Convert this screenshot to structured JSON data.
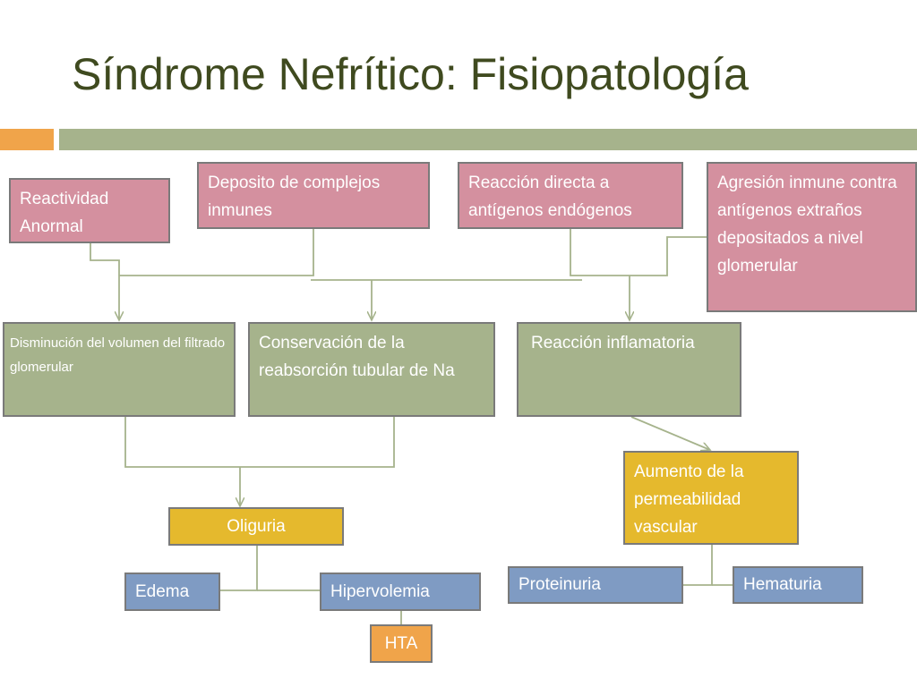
{
  "title": "Síndrome Nefrítico: Fisiopatología",
  "nodes": {
    "reactividad": "Reactividad Anormal",
    "deposito": "Deposito de complejos inmunes",
    "reaccion_directa": "Reacción directa a antígenos endógenos",
    "agresion": "Agresión inmune contra antígenos extraños depositados a nivel glomerular",
    "disminucion": "Disminución del volumen del filtrado glomerular",
    "conservacion": "Conservación de la reabsorción tubular de Na",
    "reaccion_inflamatoria": "Reacción inflamatoria",
    "aumento_permeabilidad": "Aumento de la permeabilidad vascular",
    "oliguria": "Oliguria",
    "edema": "Edema",
    "hipervolemia": "Hipervolemia",
    "hta": "HTA",
    "proteinuria": "Proteinuria",
    "hematuria": "Hematuria"
  },
  "colors": {
    "title": "#3f4a1f",
    "pink": "#d4909f",
    "green": "#a6b38c",
    "yellow": "#e5b92d",
    "blue": "#7f9bc3",
    "orange": "#f0a44a",
    "connector": "#a6b38c"
  }
}
